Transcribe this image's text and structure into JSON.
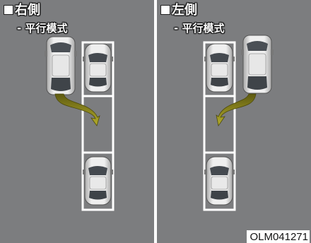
{
  "panels": [
    {
      "title": "右側",
      "subtitle": "- 平行模式",
      "parking_side": "right"
    },
    {
      "title": "左側",
      "subtitle": "- 平行模式",
      "parking_side": "left"
    }
  ],
  "figure_code": "OLM041271",
  "icons": [
    "square-bullet-icon",
    "vehicle-icon",
    "parked-car-icon",
    "curved-arrow-icon"
  ],
  "colors": {
    "road": "#7c7d7f",
    "lines": "#ffffff",
    "arrow": "#8e8a1c",
    "car_body": "#dcdcdc"
  }
}
